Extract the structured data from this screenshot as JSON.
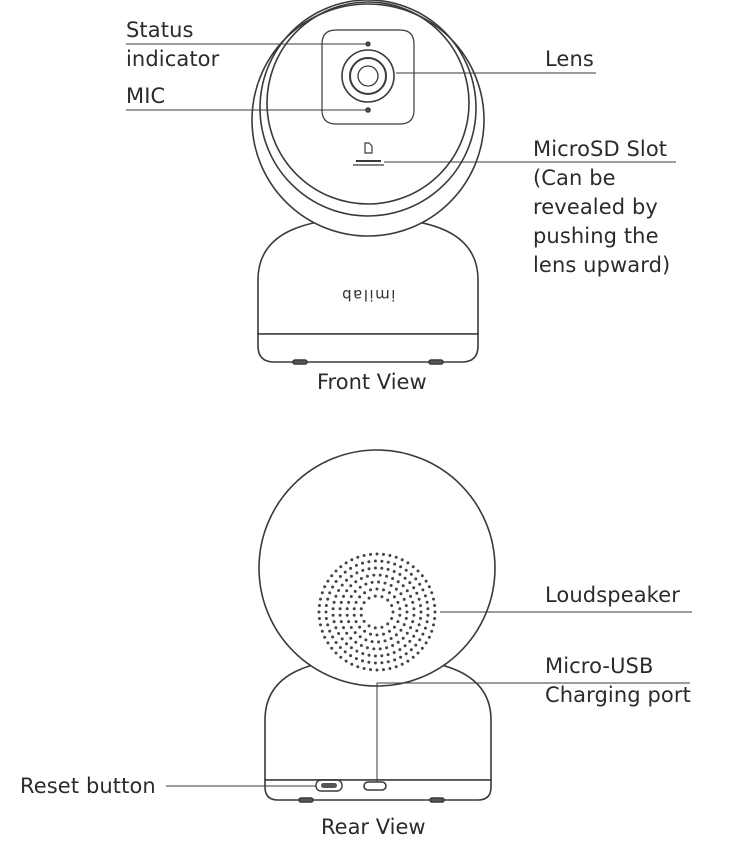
{
  "front_view": {
    "caption": "Front View",
    "brand_mark": "imilab",
    "labels": {
      "status_indicator": [
        "Status",
        "indicator"
      ],
      "mic": "MIC",
      "lens": "Lens",
      "microsd_slot": [
        "MicroSD Slot",
        "(Can be",
        "revealed by",
        "pushing the",
        "lens upward)"
      ]
    }
  },
  "rear_view": {
    "caption": "Rear View",
    "labels": {
      "loudspeaker": "Loudspeaker",
      "micro_usb": [
        "Micro-USB",
        "Charging port"
      ],
      "reset_button": "Reset button"
    }
  }
}
